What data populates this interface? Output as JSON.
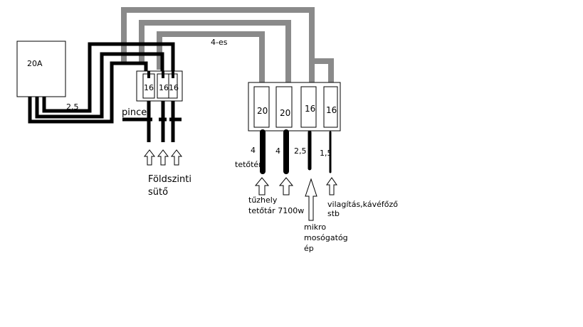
{
  "colors": {
    "cable_gray": "#8a8a8a",
    "wire_black": "#000000",
    "background": "#ffffff"
  },
  "labels": {
    "main_breaker": "20A",
    "cable_2_5": "2,5",
    "cable_4_es": "4-es",
    "pince": "pince",
    "foldszinti": "Földszinti",
    "suto": "sütő",
    "b1_rating": "16",
    "b2_rating": "16",
    "b3_rating": "16",
    "r1_rating": "20",
    "r2_rating": "20",
    "r3_rating": "16",
    "r4_rating": "16",
    "out1_size": "4",
    "out2_size": "4",
    "out3_size": "2,5",
    "out4_size": "1,5",
    "tetoter": "tetőtér",
    "tuzhely": "tűzhely",
    "tetotar": "tetőtár 7100w",
    "mikro": "mikro",
    "mosogatog": "mosógatóg",
    "ep": "ép",
    "vilagitas": "vilagítás,kávéfőző",
    "stb": "stb"
  }
}
